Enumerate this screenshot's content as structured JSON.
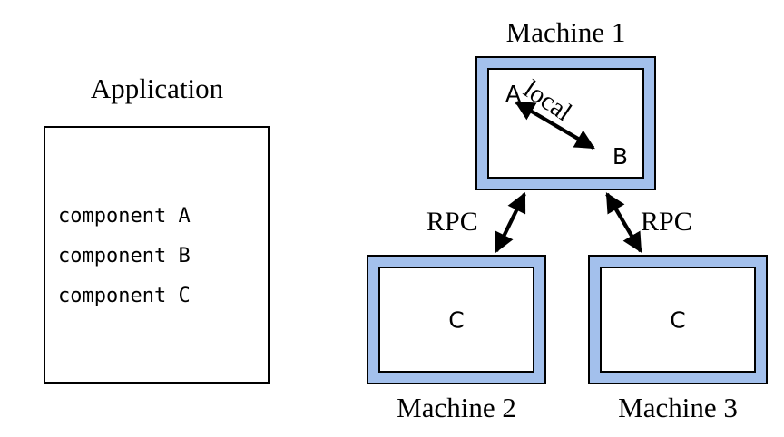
{
  "figure": {
    "type": "diagram",
    "description": "Application decomposed into components distributed across three machines; local call between A and B on Machine 1, RPC calls to component C on Machine 2 and Machine 3.",
    "background_color": "#ffffff",
    "ink_color": "#000000",
    "machine_fill_color": "#a3c0ec"
  },
  "application_panel": {
    "title": "Application",
    "components": [
      "component A",
      "component B",
      "component C"
    ]
  },
  "machines": [
    {
      "id": "machine-1",
      "title": "Machine 1",
      "title_position": "above",
      "components": [
        "A",
        "B"
      ]
    },
    {
      "id": "machine-2",
      "title": "Machine 2",
      "title_position": "below",
      "components": [
        "C"
      ]
    },
    {
      "id": "machine-3",
      "title": "Machine 3",
      "title_position": "below",
      "components": [
        "C"
      ]
    }
  ],
  "edges": [
    {
      "id": "edge-local",
      "label": "local",
      "from": "A",
      "to": "B",
      "arrow": "double",
      "style": "diagonal"
    },
    {
      "id": "edge-rpc-left",
      "label": "RPC",
      "from": "machine-2",
      "to": "machine-1",
      "arrow": "double",
      "style": "diagonal"
    },
    {
      "id": "edge-rpc-right",
      "label": "RPC",
      "from": "machine-3",
      "to": "machine-1",
      "arrow": "double",
      "style": "diagonal"
    }
  ]
}
